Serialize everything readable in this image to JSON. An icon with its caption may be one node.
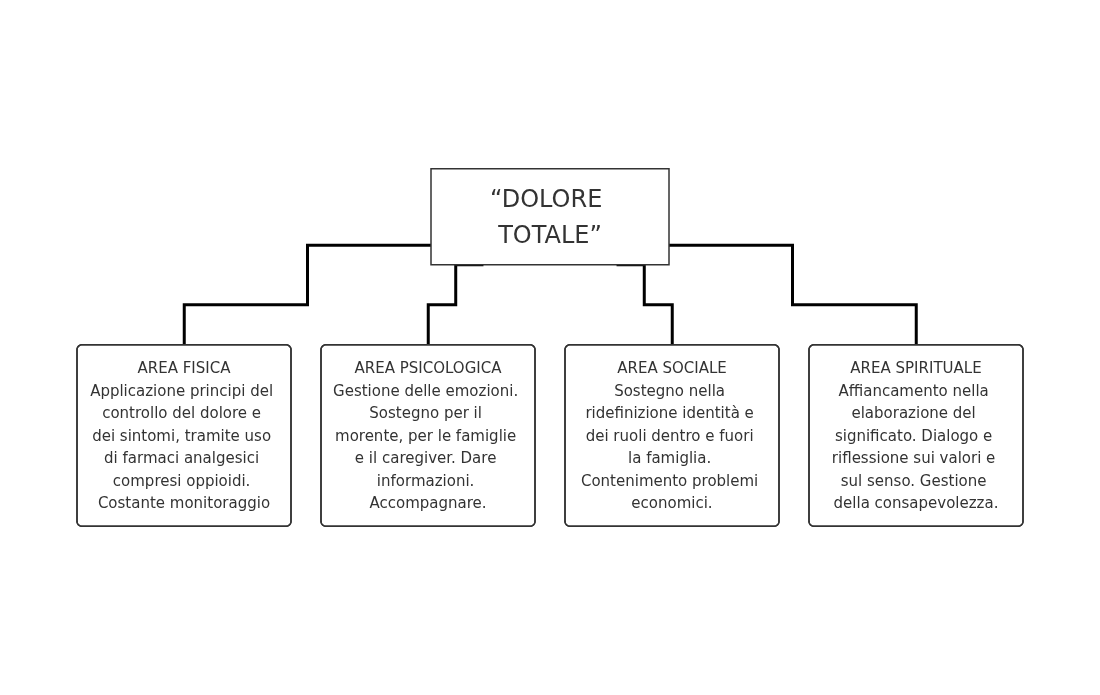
{
  "diagram": {
    "nodes": [
      {
        "text": [
          "“DOLORE TOTALE”"
        ]
      },
      {
        "text": [
          "AREA FISICA",
          "Applicazione principi del controllo del dolore e dei sintomi, tramite uso di farmaci analgesici compresi oppioidi. Costante monitoraggio"
        ]
      },
      {
        "text": [
          "AREA PSICOLOGICA",
          "Gestione delle emozioni. Sostegno per il morente, per le famiglie e il caregiver. Dare informazioni. Accompagnare."
        ]
      },
      {
        "text": [
          "AREA SOCIALE",
          "Sostegno nella ridefinizione identità e dei ruoli dentro e fuori la famiglia. Contenimento problemi economici."
        ]
      },
      {
        "text": [
          "AREA SPIRITUALE",
          "Affiancamento nella elaborazione del significato. Dialogo e riflessione sui valori e sul senso. Gestione della consapevolezza."
        ]
      }
    ],
    "edges": [
      {
        "from": 0,
        "to": 1,
        "arrow": "none"
      },
      {
        "from": 0,
        "to": 2,
        "arrow": "none"
      },
      {
        "from": 0,
        "to": 3,
        "arrow": "none"
      },
      {
        "from": 0,
        "to": 4,
        "arrow": "none"
      }
    ]
  }
}
